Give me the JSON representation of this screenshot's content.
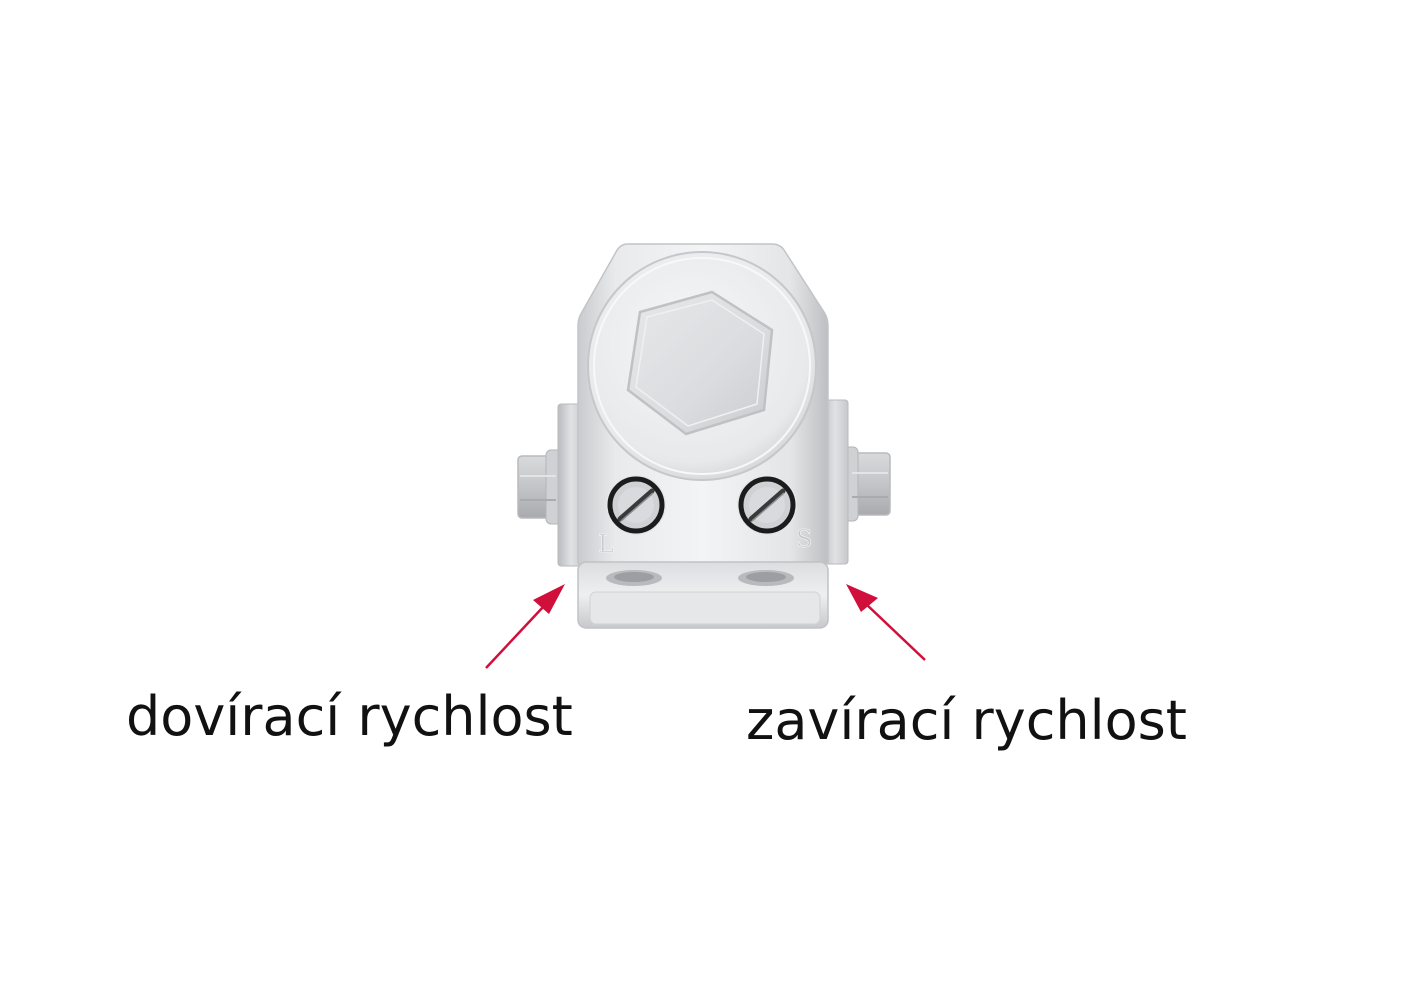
{
  "labels": {
    "left": "dovírací rychlost",
    "right": "zavírací rychlost"
  },
  "markings": {
    "left_letter": "L",
    "right_letter": "S"
  },
  "colors": {
    "arrow": "#d0103a",
    "metal_light": "#f2f3f5",
    "metal_mid": "#d7d9dc",
    "metal_dark": "#a9abae",
    "text": "#111111"
  },
  "icons": {
    "pointer": "arrow-icon",
    "adjuster": "slotted-screw-icon"
  }
}
